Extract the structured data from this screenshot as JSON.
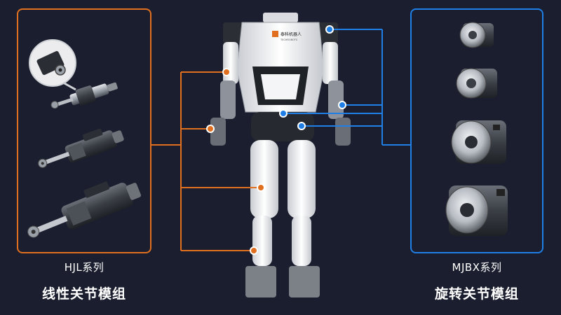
{
  "left_module": {
    "series": "HJL系列",
    "title": "线性关节模组",
    "color": "#e0701f",
    "products": [
      "linear-actuator-small",
      "linear-actuator-medium",
      "linear-actuator-large"
    ]
  },
  "right_module": {
    "series": "MJBX系列",
    "title": "旋转关节模组",
    "color": "#1f7fe6",
    "products": [
      "rotary-actuator-xs",
      "rotary-actuator-s",
      "rotary-actuator-m",
      "rotary-actuator-l"
    ]
  },
  "robot": {
    "brand_label": "泰科机器人",
    "brand_sub": "TECHROBOTS"
  },
  "colors": {
    "background": "#1b1e2e",
    "orange": "#e0701f",
    "blue": "#1f7fe6"
  }
}
